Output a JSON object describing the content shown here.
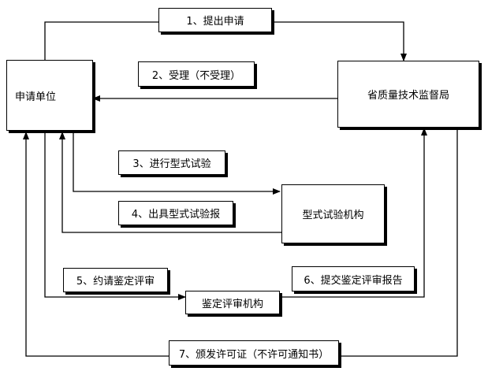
{
  "nodes": {
    "applicant": "申请单位",
    "bureau": "省质量技术监督局",
    "type_test_org": "型式试验机构",
    "eval_org": "鉴定评审机构"
  },
  "steps": {
    "s1": "1、提出申请",
    "s2": "2、受理（不受理）",
    "s3": "3、进行型式试验",
    "s4": "4、出具型式试验报",
    "s5": "5、约请鉴定评审",
    "s6": "6、提交鉴定评审报告",
    "s7": "7、颁发许可证（不许可通知书）"
  }
}
